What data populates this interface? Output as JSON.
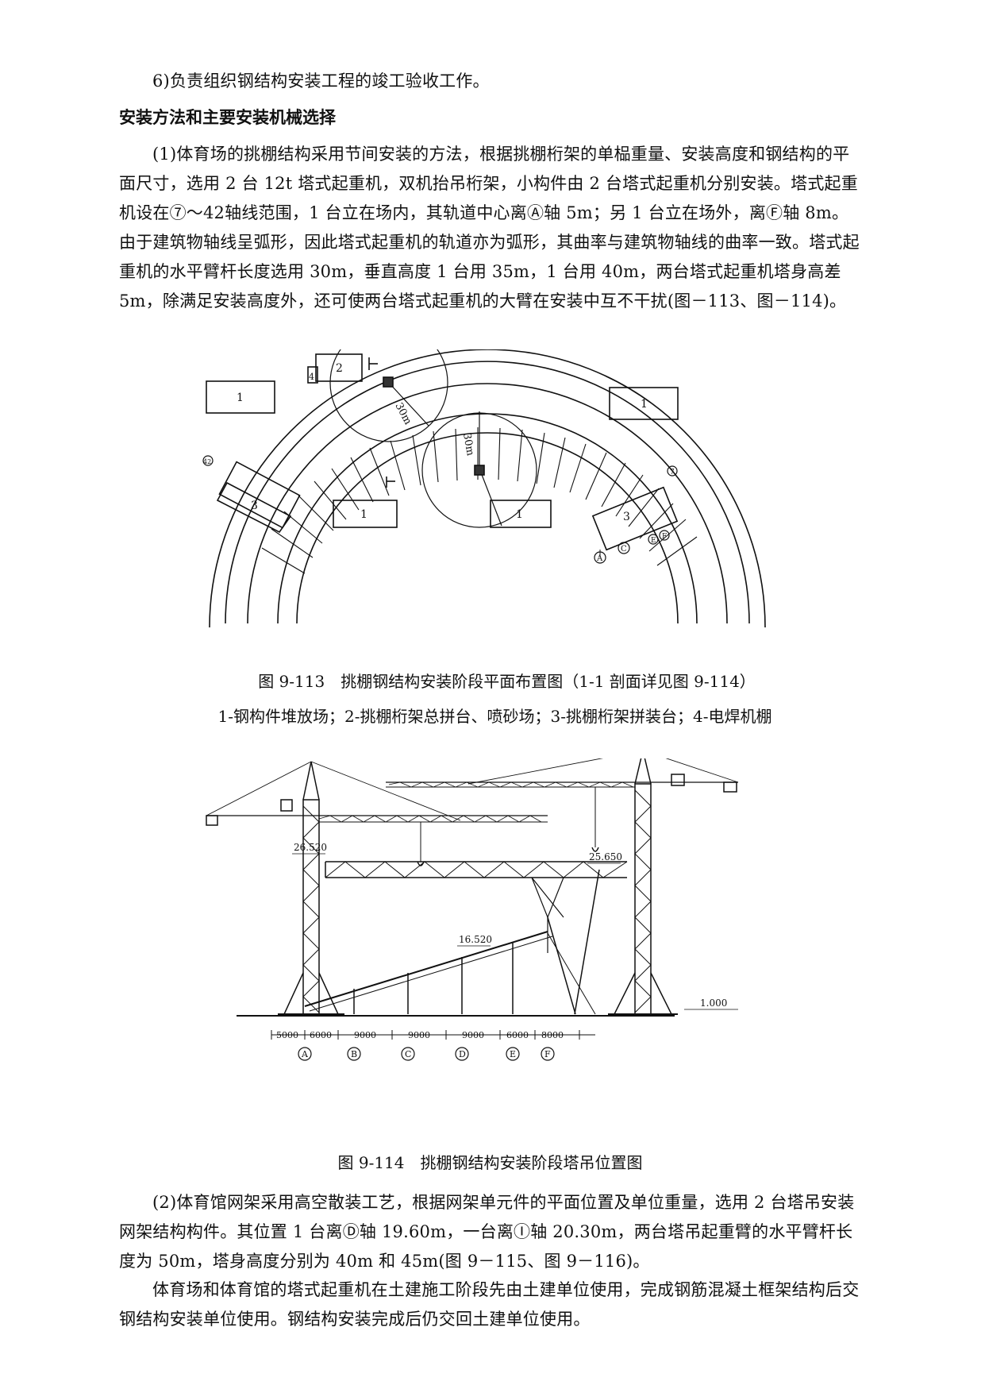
{
  "list_item_6": "6)负责组织钢结构安装工程的竣工验收工作。",
  "heading": "安装方法和主要安装机械选择",
  "para1": "(1)体育场的挑棚结构采用节间安装的方法，根据挑棚桁架的单榀重量、安装高度和钢结构的平面尺寸，选用 2 台 12t 塔式起重机，双机抬吊桁架，小构件由 2 台塔式起重机分别安装。塔式起重机设在⑦～42轴线范围，1 台立在场内，其轨道中心离Ⓐ轴 5m；另 1 台立在场外，离Ⓕ轴 8m。由于建筑物轴线呈弧形，因此塔式起重机的轨道亦为弧形，其曲率与建筑物轴线的曲率一致。塔式起重机的水平臂杆长度选用 30m，垂直高度 1 台用 35m，1 台用 40m，两台塔式起重机塔身高差 5m，除满足安装高度外，还可使两台塔式起重机的大臂在安装中互不干扰(图－113、图－114)。",
  "fig113": {
    "caption": "图 9-113　挑棚钢结构安装阶段平面布置图（1-1 剖面详见图 9-114）",
    "legend": "1-钢构件堆放场；2-挑棚桁架总拼台、喷砂场；3-挑棚桁架拼装台；4-电焊机棚",
    "labels": {
      "yard1": "1",
      "platform2": "2",
      "shed4": "4",
      "assembly3": "3",
      "radius": "30m",
      "section": "1",
      "axis_left": "42",
      "axis_right": "7",
      "axis_a": "A",
      "axis_c": "C",
      "axis_e": "E",
      "axis_f": "F"
    }
  },
  "fig114": {
    "caption": "图 9-114　挑棚钢结构安装阶段塔吊位置图",
    "elevations": [
      "26.520",
      "25.650",
      "16.520",
      "1.000"
    ],
    "dimensions": [
      "5000",
      "6000",
      "9000",
      "9000",
      "9000",
      "6000",
      "8000"
    ],
    "axes": [
      "A",
      "B",
      "C",
      "D",
      "E",
      "F"
    ]
  },
  "para2": "(2)体育馆网架采用高空散装工艺，根据网架单元件的平面位置及单位重量，选用 2 台塔吊安装网架结构构件。其位置 1 台离Ⓓ轴 19.60m，一台离Ⓘ轴 20.30m，两台塔吊起重臂的水平臂杆长度为 50m，塔身高度分别为 40m 和 45m(图 9－115、图 9－116)。",
  "para3": "体育场和体育馆的塔式起重机在土建施工阶段先由土建单位使用，完成钢筋混凝土框架结构后交钢结构安装单位使用。钢结构安装完成后仍交回土建单位使用。"
}
